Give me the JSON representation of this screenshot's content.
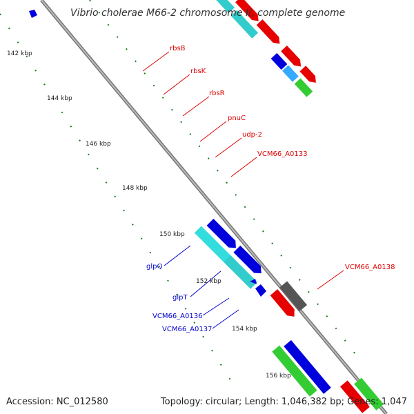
{
  "title": "Vibrio cholerae M66-2 chromosome II, complete genome",
  "footer": {
    "accession": "Accession: NC_012580",
    "topology": "Topology: circular; Length: 1,046,382 bp; Genes: 1,047"
  },
  "ticks": [
    "142 kbp",
    "144 kbp",
    "146 kbp",
    "148 kbp",
    "150 kbp",
    "152 kbp",
    "154 kbp",
    "156 kbp"
  ],
  "gene_labels": {
    "rbsB": "rbsB",
    "rbsK": "rbsK",
    "rbsR": "rbsR",
    "pnuC": "pnuC",
    "udp2": "udp-2",
    "a0133": "VCM66_A0133",
    "a0138": "VCM66_A0138",
    "glpQ": "glpQ",
    "glpT": "glpT",
    "a0136": "VCM66_A0136",
    "a0137": "VCM66_A0137"
  },
  "colors": {
    "backbone": "#8c8c8c",
    "red_label": "#dd0000",
    "blue_label": "#0000cc",
    "cds_red": "#e60000",
    "cds_cyan": "#33cccc",
    "cds_blue": "#0000dd",
    "cds_lightblue": "#33aaff",
    "cds_green": "#33cc33",
    "cds_gray": "#555555",
    "tick_green": "#1a7a1a"
  }
}
